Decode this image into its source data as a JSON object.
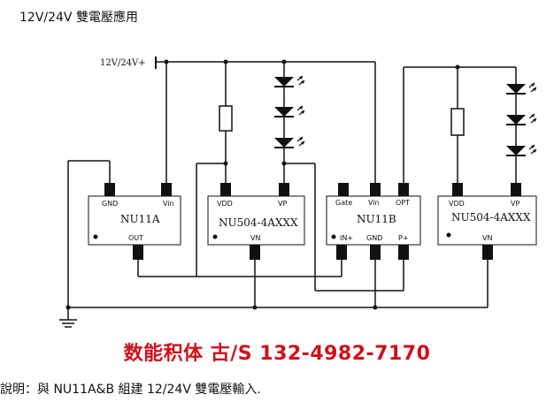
{
  "title": "12V/24V 雙電壓應用",
  "supply_label": "12V/24V+",
  "chips": {
    "nu11a": {
      "name": "NU11A",
      "pins": {
        "gnd": "GND",
        "vin": "Vin",
        "out": "OUT"
      }
    },
    "nu504_left": {
      "name": "NU504-4AXXX",
      "pins": {
        "vdd": "VDD",
        "vp": "VP",
        "vn": "VN"
      }
    },
    "nu11b": {
      "name": "NU11B",
      "pins": {
        "gate": "Gate",
        "vin": "Vin",
        "opt": "OPT",
        "in_plus": "IN+",
        "gnd": "GND",
        "p_plus": "P+"
      }
    },
    "nu504_right": {
      "name": "NU504-4AXXX",
      "pins": {
        "vdd": "VDD",
        "vp": "VP",
        "vn": "VN"
      }
    }
  },
  "brand_text": "数能积体 古/S 132-4982-7170",
  "footer": "說明：與 NU11A&B 組建 12/24V 雙電壓輸入.",
  "colors": {
    "line": "#111111",
    "brand": "#d0101b"
  }
}
